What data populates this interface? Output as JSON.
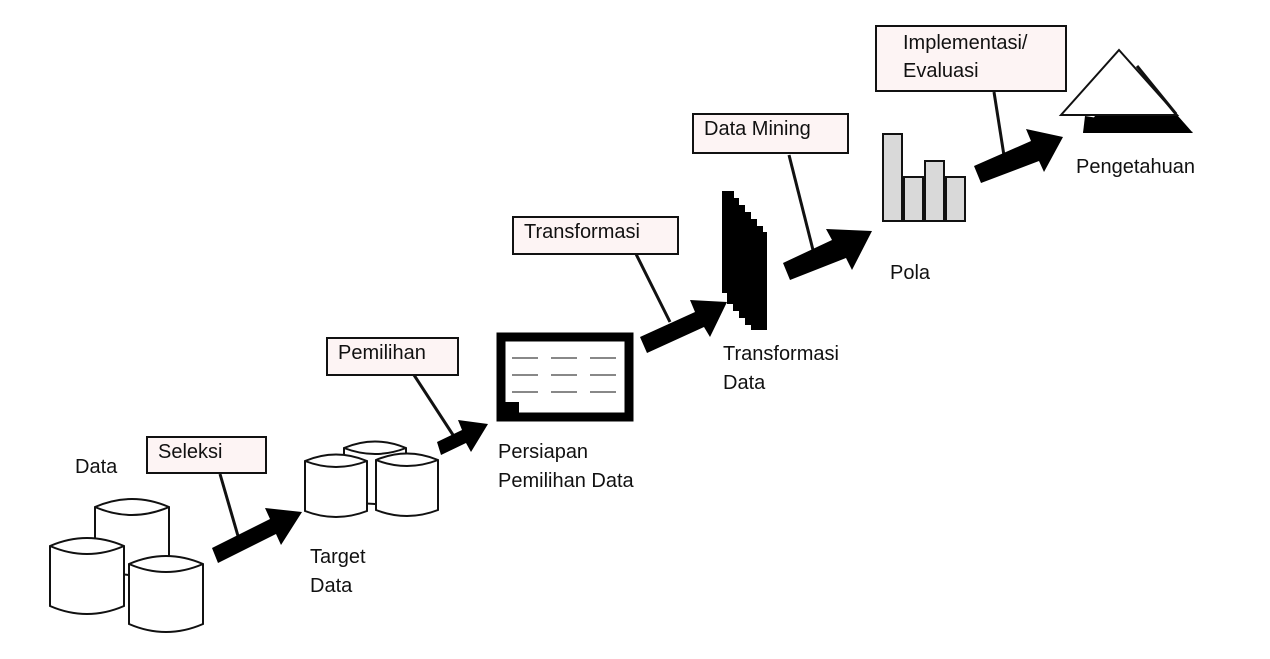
{
  "title": "Tahapan Knowledge Discovery in Databases",
  "stages": [
    {
      "id": "data",
      "label": "Data"
    },
    {
      "id": "target-data",
      "label_line1": "Target",
      "label_line2": "Data"
    },
    {
      "id": "persiapan",
      "label_line1": "Persiapan",
      "label_line2": "Pemilihan Data"
    },
    {
      "id": "transformasi-data",
      "label_line1": "Transformasi",
      "label_line2": "Data"
    },
    {
      "id": "pola",
      "label": "Pola"
    },
    {
      "id": "pengetahuan",
      "label": "Pengetahuan"
    }
  ],
  "processes": [
    {
      "id": "seleksi",
      "label": "Seleksi"
    },
    {
      "id": "pemilihan",
      "label": "Pemilihan"
    },
    {
      "id": "transformasi",
      "label": "Transformasi"
    },
    {
      "id": "data-mining",
      "label": "Data Mining"
    },
    {
      "id": "implementasi",
      "label_line1": "Implementasi/",
      "label_line2": "Evaluasi"
    }
  ],
  "colors": {
    "box_fill": "#fdf4f4",
    "stroke": "#111111",
    "bar_fill": "#d9d9d9",
    "table_line": "#888888"
  }
}
